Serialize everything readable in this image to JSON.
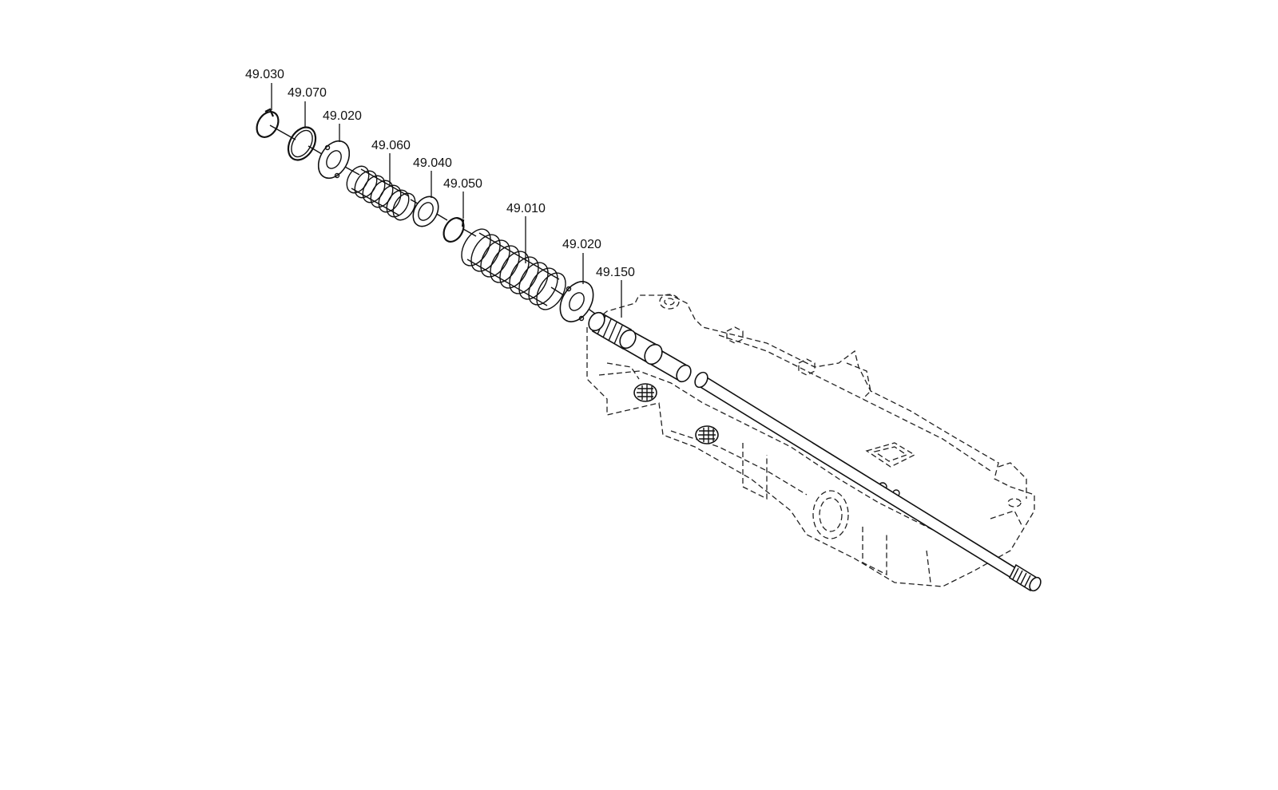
{
  "diagram": {
    "callouts": [
      {
        "id": "c1",
        "label": "49.030"
      },
      {
        "id": "c2",
        "label": "49.070"
      },
      {
        "id": "c3",
        "label": "49.020"
      },
      {
        "id": "c4",
        "label": "49.060"
      },
      {
        "id": "c5",
        "label": "49.040"
      },
      {
        "id": "c6",
        "label": "49.050"
      },
      {
        "id": "c7",
        "label": "49.010"
      },
      {
        "id": "c8",
        "label": "49.020"
      },
      {
        "id": "c9",
        "label": "49.150"
      }
    ]
  }
}
